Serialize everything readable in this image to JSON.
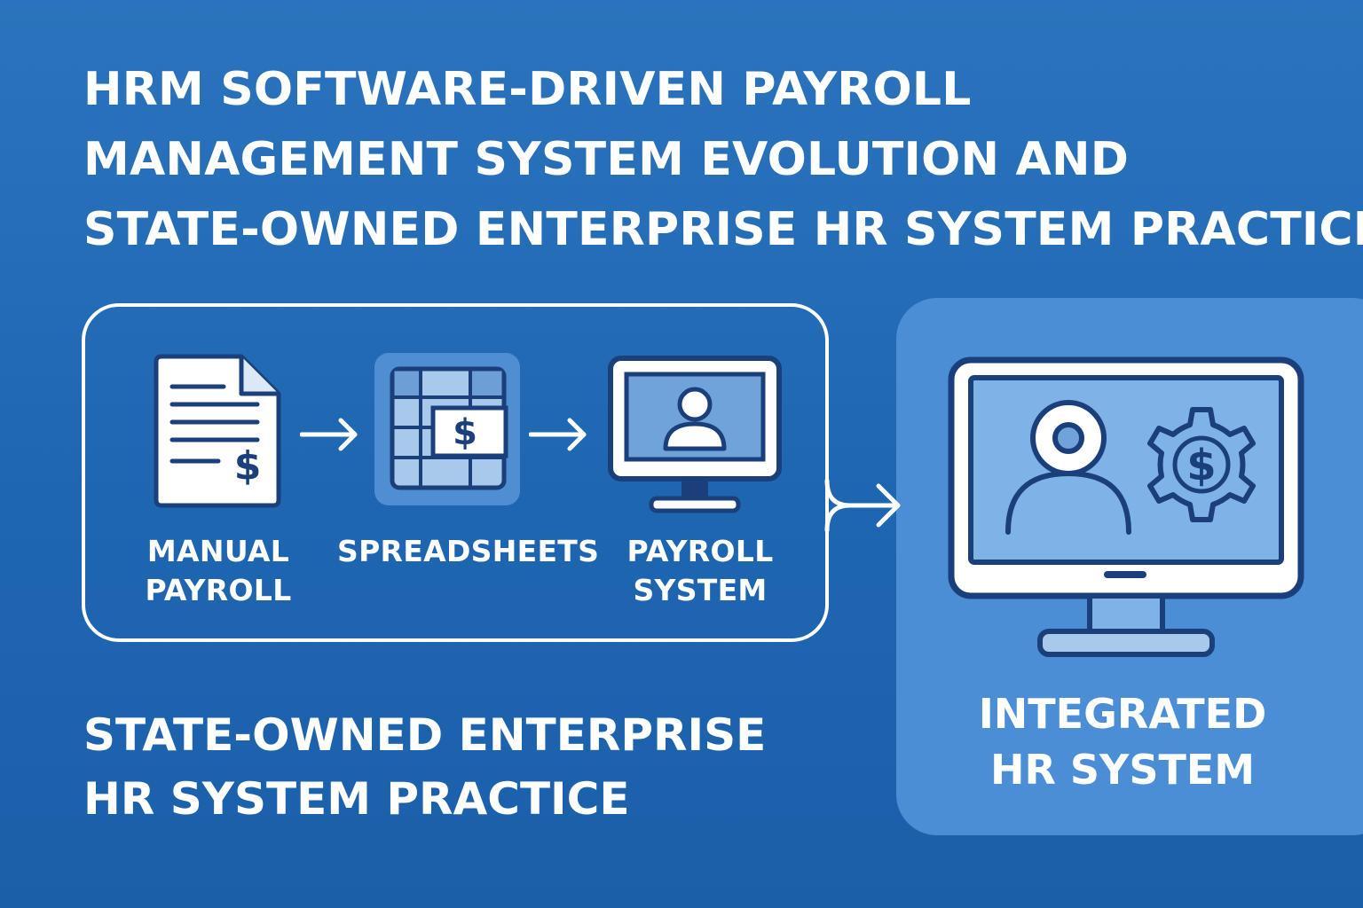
{
  "title": {
    "line1": "HRM SOFTWARE-DRIVEN PAYROLL",
    "line2": "MANAGEMENT SYSTEM EVOLUTION AND",
    "line3": "STATE-OWNED ENTERPRISE HR SYSTEM PRACTICE"
  },
  "stages": [
    {
      "icon": "document-dollar-icon",
      "label_lines": [
        "MANUAL",
        "PAYROLL"
      ]
    },
    {
      "icon": "spreadsheet-dollar-icon",
      "label_lines": [
        "SPREADSHEETS"
      ]
    },
    {
      "icon": "monitor-user-icon",
      "label_lines": [
        "PAYROLL",
        "SYSTEM"
      ]
    }
  ],
  "integrated": {
    "icon": "monitor-user-gear-dollar-icon",
    "label_lines": [
      "INTEGRATED",
      "HR SYSTEM"
    ]
  },
  "subtitle": {
    "line1": "STATE-OWNED ENTERPRISE",
    "line2": "HR SYSTEM PRACTICE"
  },
  "colors": {
    "background": "#2070b8",
    "icon_outline": "#1a3f7a",
    "panel": "#4b8ed6",
    "light_blue": "#7fb2e6",
    "white": "#ffffff"
  }
}
